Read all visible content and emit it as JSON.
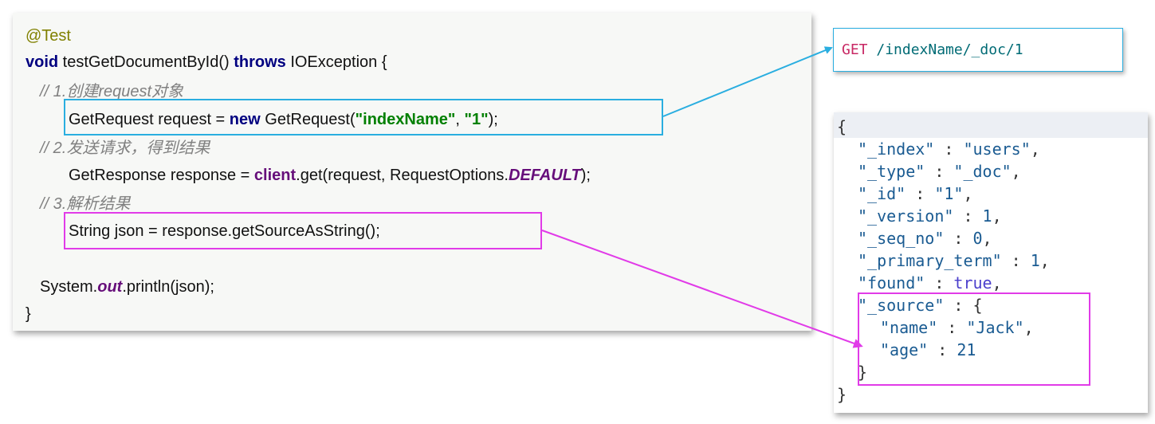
{
  "code": {
    "annotation": "@Test",
    "method_signature": {
      "kw_void": "void",
      "name": " testGetDocumentById() ",
      "kw_throws": "throws",
      "rest": " IOException {"
    },
    "comment_1": "// 1.创建request对象",
    "line_request": {
      "part1": "GetRequest request = ",
      "kw_new": "new",
      "part2": " GetRequest(",
      "str_index": "\"indexName\"",
      "sep": ", ",
      "str_id": "\"1\"",
      "end": ");"
    },
    "comment_2": "// 2.发送请求，得到结果",
    "line_response": {
      "part1": "GetResponse response = ",
      "client": "client",
      "part2": ".get(request, RequestOptions.",
      "default": "DEFAULT",
      "end": ");"
    },
    "comment_3": "// 3.解析结果",
    "line_json": "String json = response.getSourceAsString();",
    "line_print": {
      "part1": "System.",
      "out": "out",
      "part2": ".println(json);"
    },
    "closing_brace": "}"
  },
  "request": {
    "method": "GET",
    "path": " /indexName/_doc/1"
  },
  "response_json": {
    "open_brace": "{",
    "index_key": "\"_index\"",
    "index_val": "\"users\"",
    "type_key": "\"_type\"",
    "type_val": "\"_doc\"",
    "id_key": "\"_id\"",
    "id_val": "\"1\"",
    "version_key": "\"_version\"",
    "version_val": "1",
    "seq_key": "\"_seq_no\"",
    "seq_val": "0",
    "term_key": "\"_primary_term\"",
    "term_val": "1",
    "found_key": "\"found\"",
    "found_val": "true",
    "source_key": "\"_source\"",
    "source_open": "{",
    "name_key": "\"name\"",
    "name_val": "\"Jack\"",
    "age_key": "\"age\"",
    "age_val": "21",
    "source_close": "}",
    "close_brace": "}"
  },
  "colors": {
    "blue_highlight": "#2aaee0",
    "magenta_highlight": "#e13be8"
  }
}
